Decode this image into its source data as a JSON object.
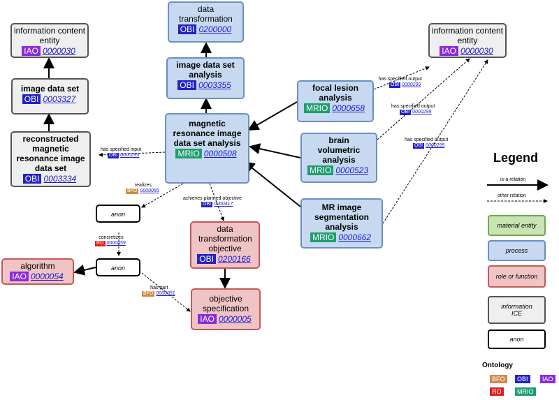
{
  "nodes": {
    "data_transformation": {
      "label": "data transformation",
      "prefix": "OBI",
      "accession": "0200000"
    },
    "image_data_set_analysis": {
      "label": "image data set analysis",
      "prefix": "OBI",
      "accession": "0003355"
    },
    "ice_left": {
      "label": "information content entity",
      "prefix": "IAO",
      "accession": "0000030"
    },
    "ice_right": {
      "label": "information content entity",
      "prefix": "IAO",
      "accession": "0000030"
    },
    "image_data_set": {
      "label": "image data set",
      "prefix": "OBI",
      "accession": "0003327"
    },
    "reconstructed": {
      "label": "reconstructed magnetic resonance image data set",
      "prefix": "OBI",
      "accession": "0003334"
    },
    "mri_analysis": {
      "label": "magnetic resonance image data set analysis",
      "prefix": "MRIO",
      "accession": "0000508"
    },
    "focal_lesion": {
      "label": "focal lesion analysis",
      "prefix": "MRIO",
      "accession": "0000658"
    },
    "brain_volumetric": {
      "label": "brain volumetric analysis",
      "prefix": "MRIO",
      "accession": "0000523"
    },
    "segmentation": {
      "label": "MR image segmentation analysis",
      "prefix": "MRIO",
      "accession": "0000662"
    },
    "dt_objective": {
      "label": "data transformation objective",
      "prefix": "OBI",
      "accession": "0200166"
    },
    "objective_spec": {
      "label": "objective specification",
      "prefix": "IAO",
      "accession": "0000005"
    },
    "algorithm": {
      "label": "algorithm",
      "prefix": "IAO",
      "accession": "0000054"
    },
    "anon1": {
      "label": "anon"
    },
    "anon2": {
      "label": "anon"
    }
  },
  "edge_labels": {
    "has_input": {
      "rel": "has specified input",
      "prefix": "OBI",
      "accession": "0000293"
    },
    "realizes": {
      "rel": "realizes",
      "prefix": "BFO",
      "accession": "0000055"
    },
    "achieves": {
      "rel": "achieves planned objective",
      "prefix": "OBI",
      "accession": "0000417"
    },
    "concretizes": {
      "rel": "concretizes",
      "prefix": "RO",
      "accession": "0000059"
    },
    "has_part": {
      "rel": "has part",
      "prefix": "BFO",
      "accession": "0000051"
    },
    "out1": {
      "rel": "has specified output",
      "prefix": "OBI",
      "accession": "0000299"
    },
    "out2": {
      "rel": "has specified output",
      "prefix": "OBI",
      "accession": "0000299"
    },
    "out3": {
      "rel": "has specified output",
      "prefix": "OBI",
      "accession": "0000299"
    }
  },
  "legend": {
    "title": "Legend",
    "is_a": "is-a relation",
    "other": "other relation",
    "material": "material entity",
    "process": "process",
    "role": "role or function",
    "ice": "information ICE",
    "anon": "anon",
    "ontology_title": "Ontology",
    "ontologies": [
      "BFO",
      "OBI",
      "IAO",
      "RO",
      "MRIO"
    ]
  },
  "colors": {
    "process": "#c6d9f0",
    "role": "#f0c4c4",
    "ice": "#efefef",
    "material": "#c9e4b4",
    "OBI": "#2222cc",
    "IAO": "#8a2be2",
    "MRIO": "#1e9e6e",
    "BFO": "#d08a4a",
    "RO": "#e02020"
  }
}
